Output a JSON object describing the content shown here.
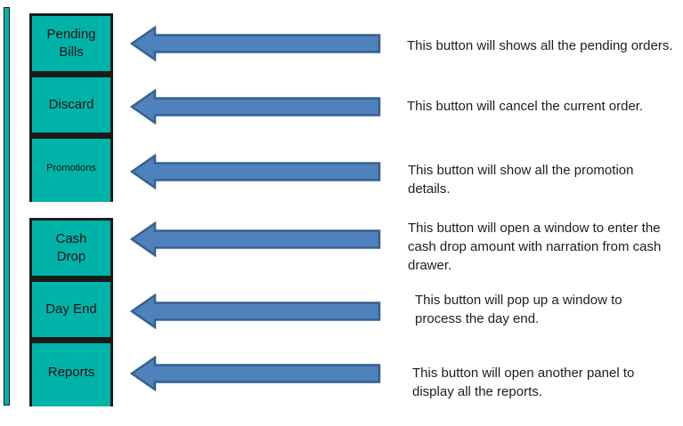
{
  "palette": {
    "button_teal": "#00b3a9",
    "button_border_black": "#1a1a1a",
    "arrow_fill_blue": "#4f81bd",
    "arrow_border_blue": "#36618f",
    "text_color": "#1d1d1d",
    "background": "#ffffff"
  },
  "arrow_icon": "left-block-arrow",
  "rows": [
    {
      "button_label": "Pending\nBills",
      "description": "This button will shows all the pending orders."
    },
    {
      "button_label": "Discard",
      "description": "This button will cancel the current order."
    },
    {
      "button_label": "Promotions",
      "description": "This button will show all the promotion\ndetails."
    },
    {
      "button_label": "Cash\nDrop",
      "description": "This button will open a window to enter the\ncash drop amount with narration from cash\ndrawer."
    },
    {
      "button_label": "Day End",
      "description": "This button will pop up a window to\nprocess the day end."
    },
    {
      "button_label": "Reports",
      "description": "This button will open another panel to\ndisplay all the reports."
    }
  ]
}
